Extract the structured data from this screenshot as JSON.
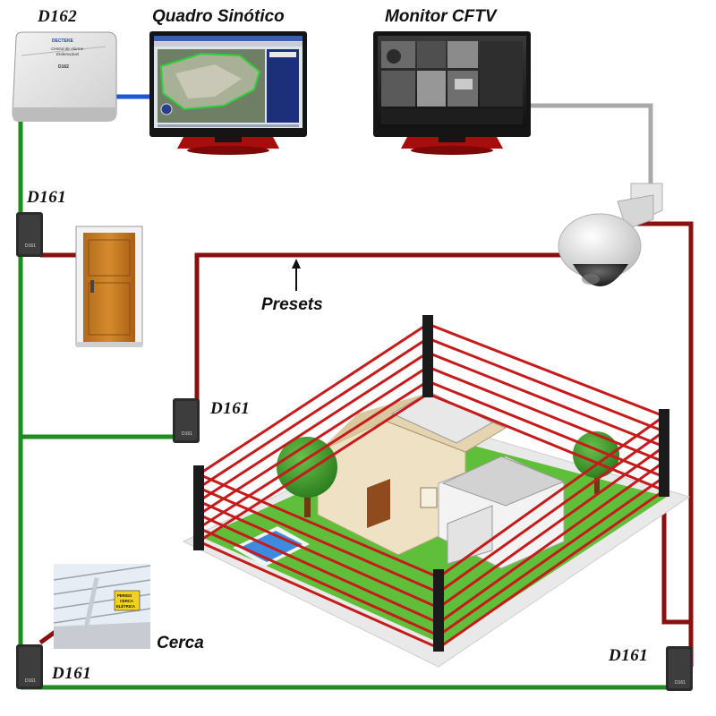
{
  "labels": {
    "central": "D162",
    "sinotico": "Quadro Sinótico",
    "monitor": "Monitor CFTV",
    "d161_door": "D161",
    "d161_mid": "D161",
    "d161_bottom_left": "D161",
    "d161_bottom_right": "D161",
    "presets": "Presets",
    "cerca": "Cerca"
  },
  "device_texts": {
    "central_brand": "DECTEKE",
    "central_line1": "Central de Alarme",
    "central_line2": "Endereçável",
    "central_model": "D162",
    "expander_tag": "D161",
    "sign_line1": "PERIGO",
    "sign_line2": "CERCA",
    "sign_line3": "ELÉTRICA"
  },
  "colors": {
    "green_wire": "#1f8a1f",
    "red_wire": "#8a1010",
    "blue_wire": "#1d56d6",
    "gray_wire": "#a9a9a9",
    "beam": "#c51b1b",
    "lawn": "#5fbf3a",
    "paving": "#e9e9e9",
    "monitor_frame": "#151515",
    "monitor_stand": "#a80d0d"
  }
}
